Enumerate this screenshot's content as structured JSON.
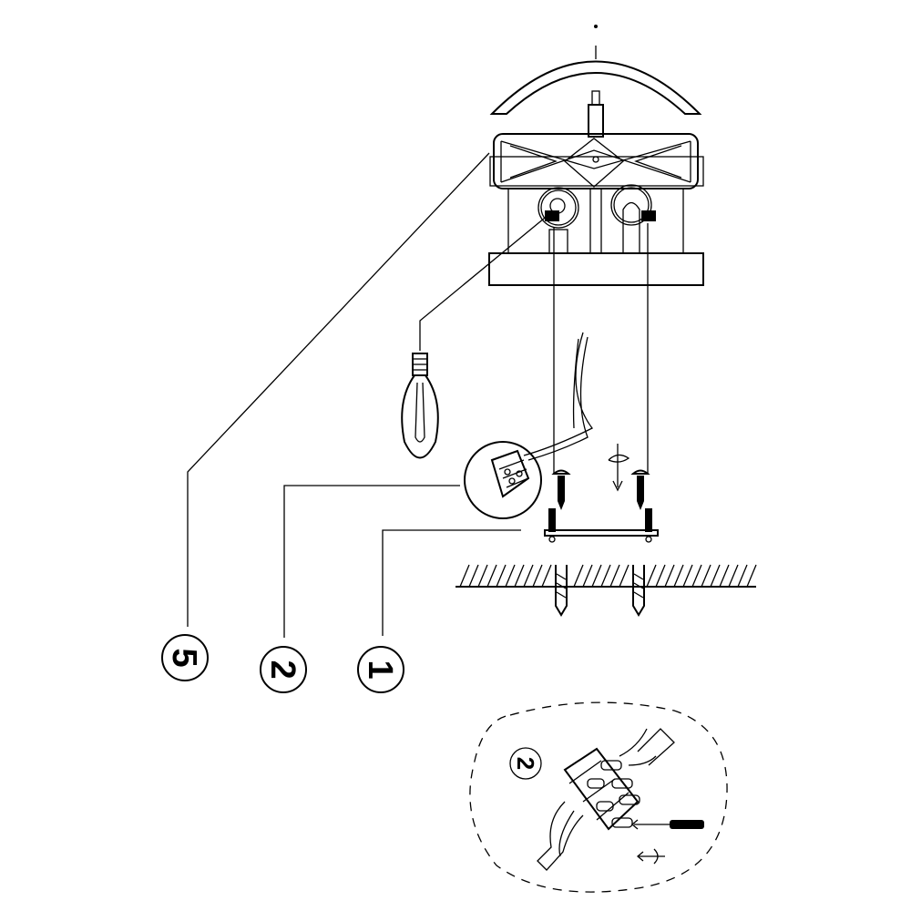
{
  "diagram": {
    "callouts": [
      {
        "id": "part-5",
        "label": "5"
      },
      {
        "id": "part-2",
        "label": "2"
      },
      {
        "id": "part-1",
        "label": "1"
      }
    ],
    "detail": {
      "label": "2"
    },
    "colors": {
      "line": "#000000",
      "background": "#ffffff"
    }
  }
}
